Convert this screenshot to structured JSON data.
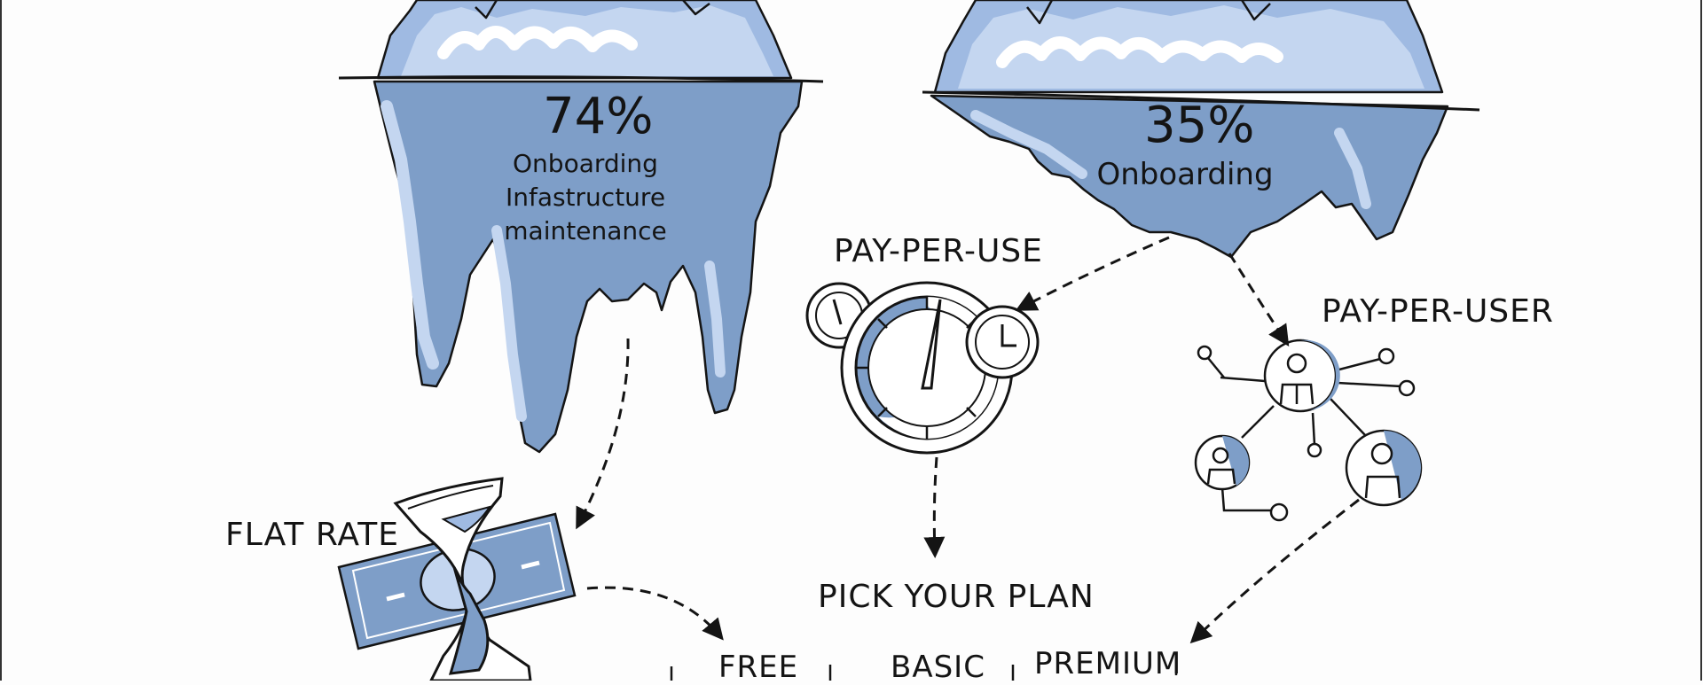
{
  "colors": {
    "ice_dark": "#7e9ec8",
    "ice_mid": "#9fbae2",
    "ice_light": "#c4d6f0",
    "ice_white": "#ffffff",
    "ink": "#141414",
    "background": "#fdfdfd"
  },
  "iceberg_left": {
    "percent": "74%",
    "lines": [
      "Onboarding",
      "Infastructure",
      "maintenance"
    ]
  },
  "iceberg_right": {
    "percent": "35%",
    "lines": [
      "Onboarding"
    ]
  },
  "pricing_models": {
    "pay_per_use": "PAY-PER-USE",
    "pay_per_user": "PAY-PER-USER",
    "flat_rate": "FLAT RATE"
  },
  "plan_picker": {
    "title": "PICK YOUR PLAN",
    "options": [
      "FREE",
      "BASIC",
      "PREMIUM"
    ]
  },
  "icons": [
    "stopwatch-icon",
    "money-bill-icon",
    "hourglass-icon",
    "people-network-icon",
    "iceberg-icon"
  ]
}
